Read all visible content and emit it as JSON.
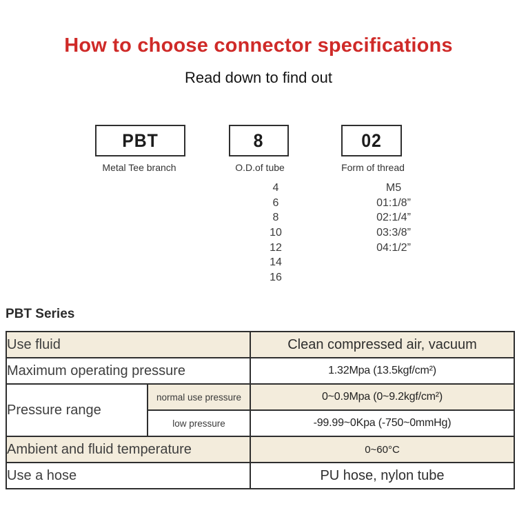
{
  "page": {
    "title": "How to choose connector specifications",
    "subtitle": "Read down to find out"
  },
  "colors": {
    "title_red": "#cf2a28",
    "table_accent_bg": "#f3ecdc",
    "table_border": "#2e2e2e"
  },
  "selector": {
    "columns": [
      {
        "code": "PBT",
        "label": "Metal Tee branch"
      },
      {
        "code": "8",
        "label": "O.D.of tube",
        "options": [
          "4",
          "6",
          "8",
          "10",
          "12",
          "14",
          "16"
        ]
      },
      {
        "code": "02",
        "label": "Form of thread",
        "options": [
          "M5",
          "01:1/8”",
          "02:1/4”",
          "03:3/8”",
          "04:1/2”"
        ]
      }
    ]
  },
  "series": {
    "heading": "PBT Series"
  },
  "spec_table": {
    "rows": [
      {
        "label": "Use fluid",
        "value": "Clean compressed air, vacuum"
      },
      {
        "label": "Maximum operating pressure",
        "value": "1.32Mpa (13.5kgf/cm²)"
      },
      {
        "label": "Pressure range",
        "sub_rows": [
          {
            "label": "normal use pressure",
            "value": "0~0.9Mpa (0~9.2kgf/cm²)"
          },
          {
            "label": "low pressure",
            "value": "-99.99~0Kpa (-750~0mmHg)"
          }
        ]
      },
      {
        "label": "Ambient and fluid temperature",
        "value": "0~60°C"
      },
      {
        "label": "Use a hose",
        "value": "PU hose, nylon tube"
      }
    ]
  }
}
